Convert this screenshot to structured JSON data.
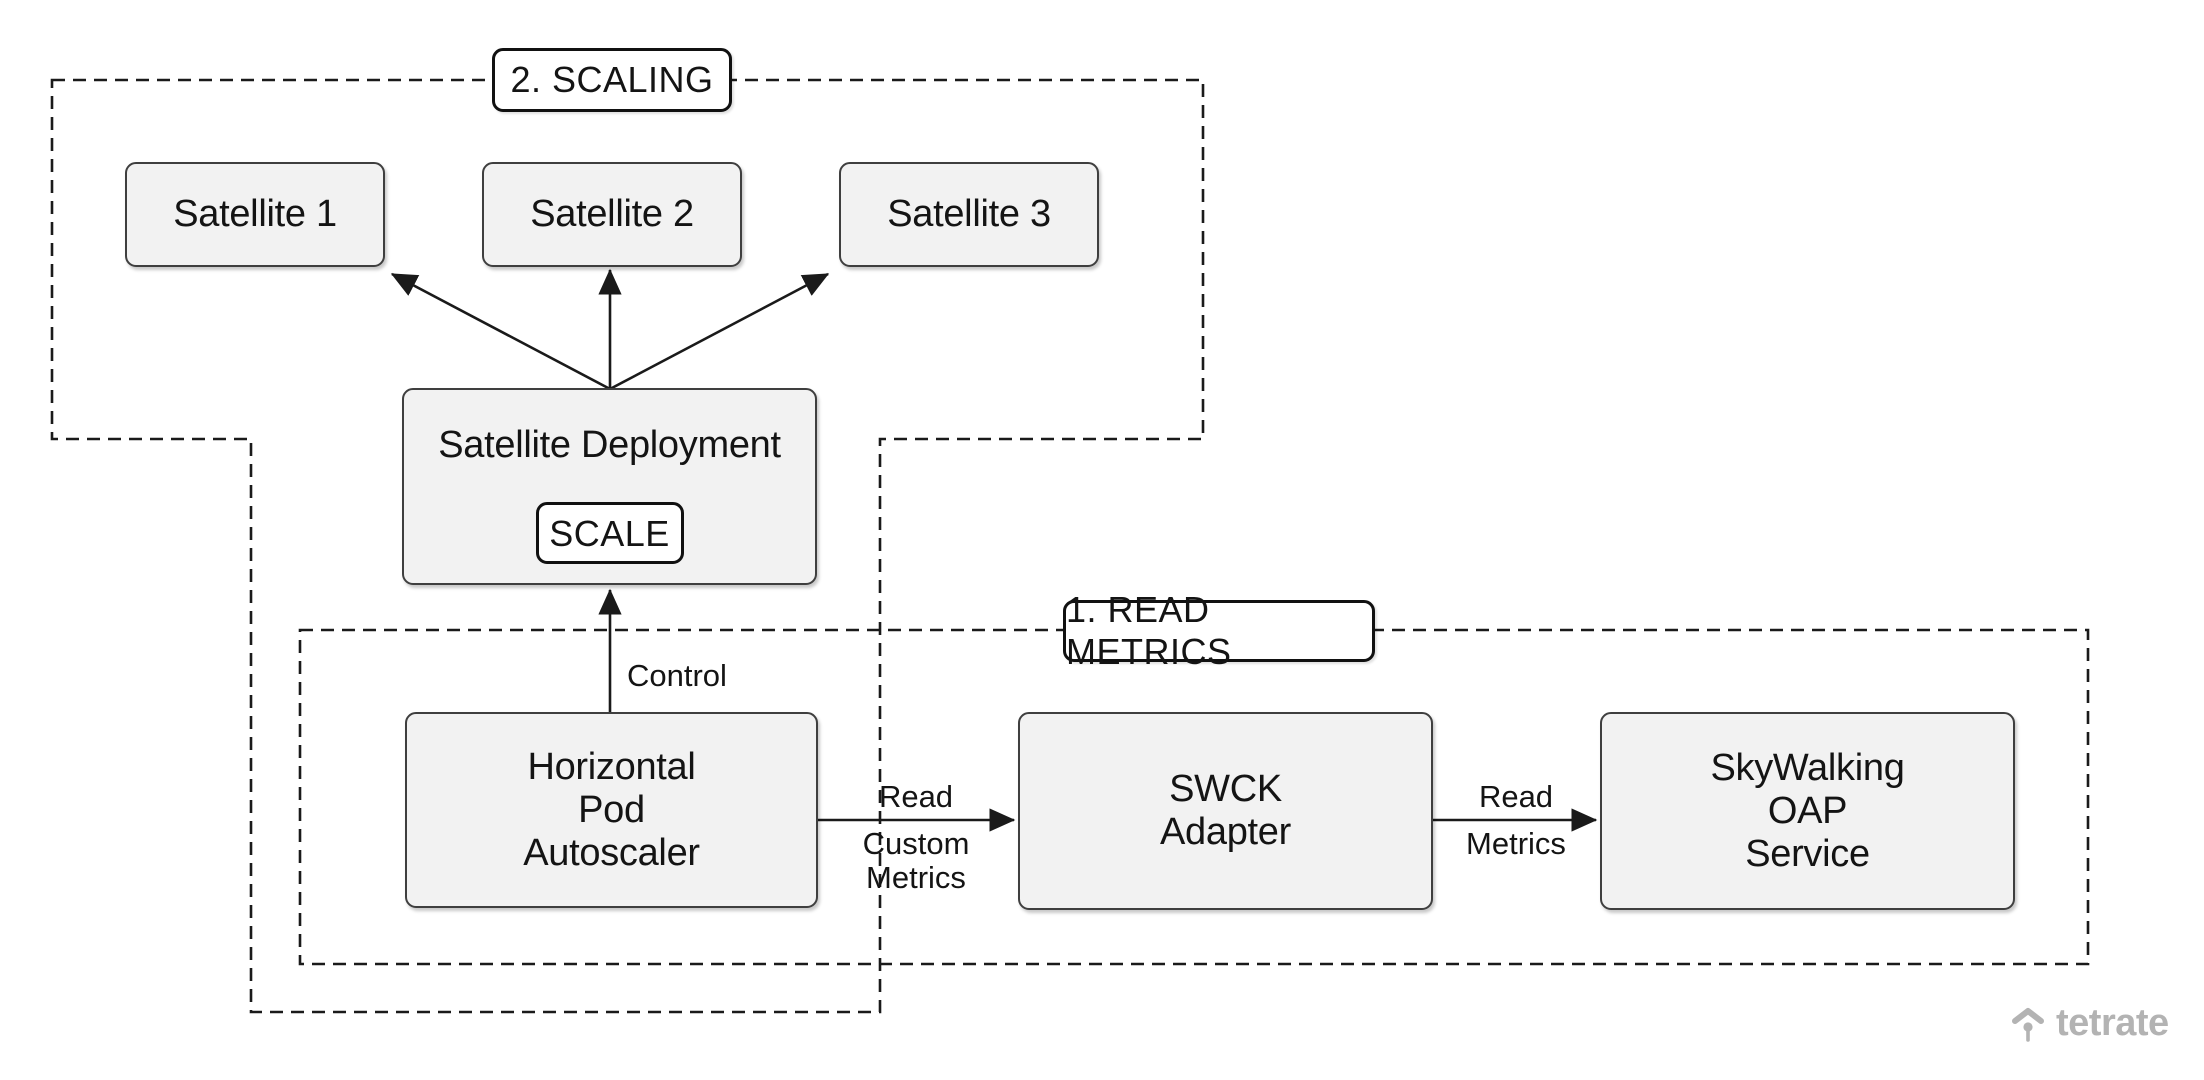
{
  "colors": {
    "background": "#ffffff",
    "node_fill": "#f2f2f2",
    "node_border": "#3f3f3f",
    "line_color": "#1a1a1a",
    "label_pill_fill": "#ffffff",
    "logo_gray": "#b3b3b3"
  },
  "regions": {
    "scaling": {
      "label": "2. SCALING"
    },
    "read_metrics": {
      "label": "1. READ METRICS"
    }
  },
  "nodes": {
    "satellite1": {
      "label": "Satellite 1"
    },
    "satellite2": {
      "label": "Satellite 2"
    },
    "satellite3": {
      "label": "Satellite 3"
    },
    "satellite_deployment": {
      "label": "Satellite Deployment",
      "scale_button": "SCALE"
    },
    "hpa": {
      "label": "Horizontal\nPod\nAutoscaler"
    },
    "swck_adapter": {
      "label": "SWCK\nAdapter"
    },
    "skywalking_oap": {
      "label": "SkyWalking\nOAP\nService"
    }
  },
  "edges": {
    "control": {
      "label": "Control"
    },
    "read_custom_metrics": {
      "label_above": "Read",
      "label_below": "Custom\nMetrics"
    },
    "read_metrics": {
      "label_above": "Read",
      "label_below": "Metrics"
    }
  },
  "branding": {
    "logo_text": "tetrate"
  }
}
